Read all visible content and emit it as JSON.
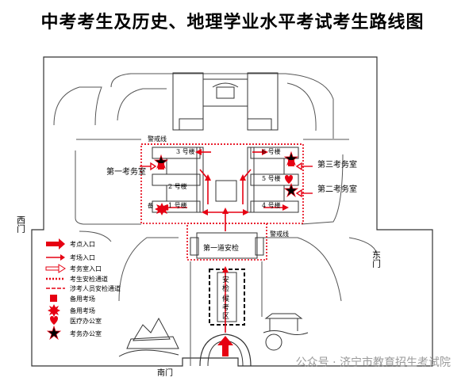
{
  "title": "中考考生及历史、地理学业水平考试考生路线图",
  "labels": {
    "warning_line_top": "警戒线",
    "warning_line_right": "警戒线",
    "building_3": "3 号楼",
    "building_2": "2 号楼",
    "building_1": "1 号楼",
    "building_6": "6 号楼",
    "building_5": "5 号楼",
    "building_4": "4 号楼",
    "office_1": "第一考务室",
    "office_2": "第二考务室",
    "office_3": "第三考务室",
    "first_security_check": "第一道安检",
    "wait_zone_chars": [
      "安",
      "检",
      "候",
      "考",
      "区"
    ],
    "west_gate": "西门",
    "east_gate": "东门",
    "south_gate": "南门",
    "building_1_prefix": "备"
  },
  "legend": [
    {
      "icon": "big-red-arrow",
      "label": "考点入口"
    },
    {
      "icon": "red-arrow",
      "label": "考场入口"
    },
    {
      "icon": "outline-arrow",
      "label": "考务室入口"
    },
    {
      "icon": "dotted-line",
      "label": "考生安检通道"
    },
    {
      "icon": "dashed-line",
      "label": "涉考人员安检通道"
    },
    {
      "icon": "red-square",
      "label": "备用考场"
    },
    {
      "icon": "starburst",
      "label": "备用考场"
    },
    {
      "icon": "heart",
      "label": "医疗办公室"
    },
    {
      "icon": "star",
      "label": "考务办公室"
    }
  ],
  "watermark": "公众号 · 济宁市教育招生考试院",
  "colors": {
    "accent_red": "#e60012",
    "line": "#333333"
  }
}
